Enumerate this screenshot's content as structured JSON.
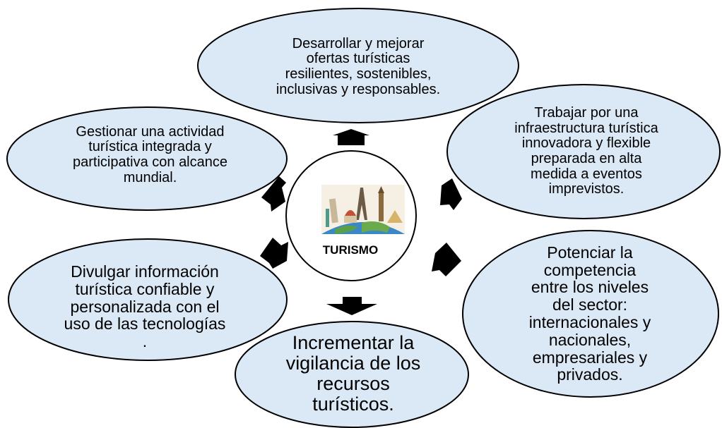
{
  "center": {
    "label": "TURISMO",
    "image_icon": "world-landmarks-icon"
  },
  "colors": {
    "ellipse_fill": "#dbe8f5",
    "ellipse_stroke": "#000000",
    "arrow_fill": "#000000",
    "center_fill": "#ffffff"
  },
  "nodes": {
    "top": {
      "lines": [
        "Desarrollar y mejorar",
        "ofertas turísticas",
        "resilientes, sostenibles,",
        "inclusivas y responsables."
      ]
    },
    "top_left": {
      "lines": [
        "Gestionar una actividad",
        "turística integrada y",
        "participativa con alcance",
        "mundial."
      ]
    },
    "top_right": {
      "lines": [
        "Trabajar por una",
        "infraestructura turística",
        "innovadora y flexible",
        "preparada en alta",
        "medida a eventos",
        "imprevistos."
      ]
    },
    "bottom_left": {
      "lines": [
        "Divulgar información",
        "turística confiable y",
        "personalizada con el",
        "uso de las tecnologías",
        "."
      ]
    },
    "bottom": {
      "lines": [
        "Incrementar la",
        "vigilancia de los",
        "recursos",
        "turísticos."
      ]
    },
    "bottom_right": {
      "lines": [
        "Potenciar la",
        "competencia",
        "entre los niveles",
        "del sector:",
        "internacionales y",
        "nacionales,",
        "empresariales y",
        "privados."
      ]
    }
  }
}
